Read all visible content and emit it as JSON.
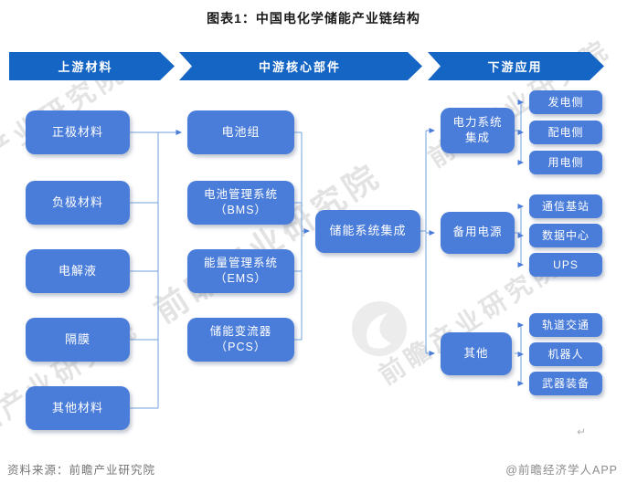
{
  "title": "图表1：中国电化学储能产业链结构",
  "colors": {
    "stage_blue": "#1565c4",
    "box_blue": "#4a7cd9",
    "line_blue": "#72a0df",
    "watermark_gray": "#e3e3e3"
  },
  "stages": [
    {
      "label": "上游材料"
    },
    {
      "label": "中游核心部件"
    },
    {
      "label": "下游应用"
    }
  ],
  "upstream": {
    "items": [
      "正极材料",
      "负极材料",
      "电解液",
      "隔膜",
      "其他材料"
    ]
  },
  "midstream": {
    "items": [
      "电池组",
      "电池管理系统\n（BMS）",
      "能量管理系统\n（EMS）",
      "储能变流器\n（PCS）"
    ],
    "integration": "储能系统集成"
  },
  "downstream": {
    "groups": [
      {
        "label": "电力系统\n集成",
        "children": [
          "发电侧",
          "配电侧",
          "用电侧"
        ]
      },
      {
        "label": "备用电源",
        "children": [
          "通信基站",
          "数据中心",
          "UPS"
        ]
      },
      {
        "label": "其他",
        "children": [
          "轨道交通",
          "机器人",
          "武器装备"
        ]
      }
    ]
  },
  "watermark": {
    "text": "前瞻产业研究院"
  },
  "footer": {
    "source": "资料来源：前瞻产业研究院",
    "credit": "@前瞻经济学人APP",
    "return_mark": "↵"
  }
}
